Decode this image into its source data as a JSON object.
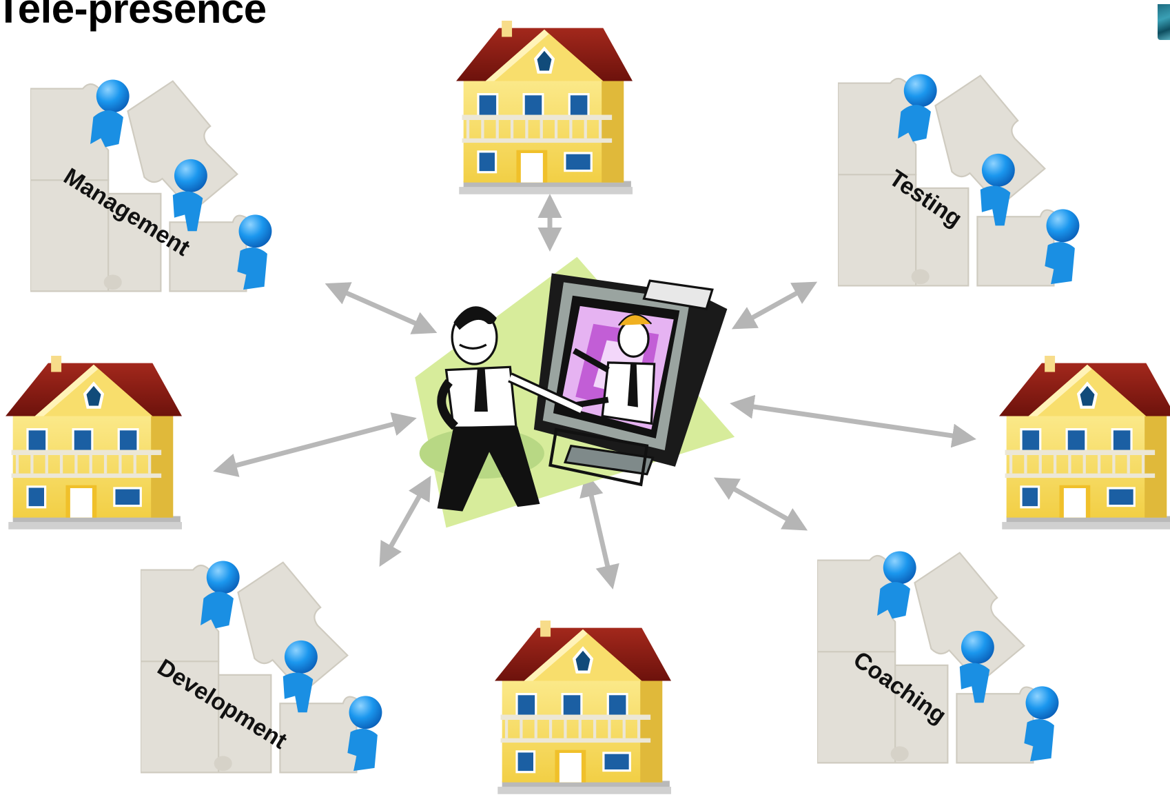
{
  "title": "Tele-presence",
  "labels": {
    "management": "Management",
    "testing": "Testing",
    "development": "Development",
    "coaching": "Coaching"
  },
  "colors": {
    "house_wall": "#f7dd6a",
    "house_roof": "#8e1a12",
    "figure_blue": "#1592ea",
    "puzzle": "#e3e0d8",
    "arrow": "#b8b8b8",
    "platform": "#d7ec9b"
  }
}
